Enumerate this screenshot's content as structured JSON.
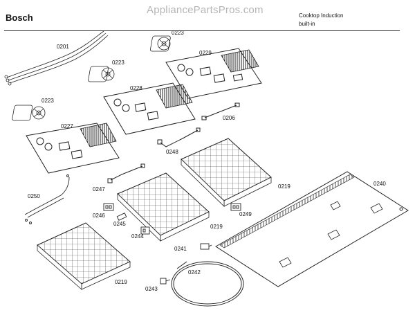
{
  "header": {
    "brand": "Bosch",
    "watermark": "AppliancePartsPros.com",
    "product_line1": "Cooktop Induction",
    "product_line2": "built-in"
  },
  "parts": {
    "p0201": "0201",
    "p0223a": "0223",
    "p0223b": "0223",
    "p0223c": "0223",
    "p0229": "0229",
    "p0228": "0228",
    "p0227": "0227",
    "p0206": "0206",
    "p0248": "0248",
    "p0247": "0247",
    "p0250": "0250",
    "p0246": "0246",
    "p0245": "0245",
    "p0244": "0244",
    "p0219a": "0219",
    "p0219b": "0219",
    "p0219c": "0219",
    "p0249": "0249",
    "p0240": "0240",
    "p0241": "0241",
    "p0242": "0242",
    "p0243": "0243"
  }
}
